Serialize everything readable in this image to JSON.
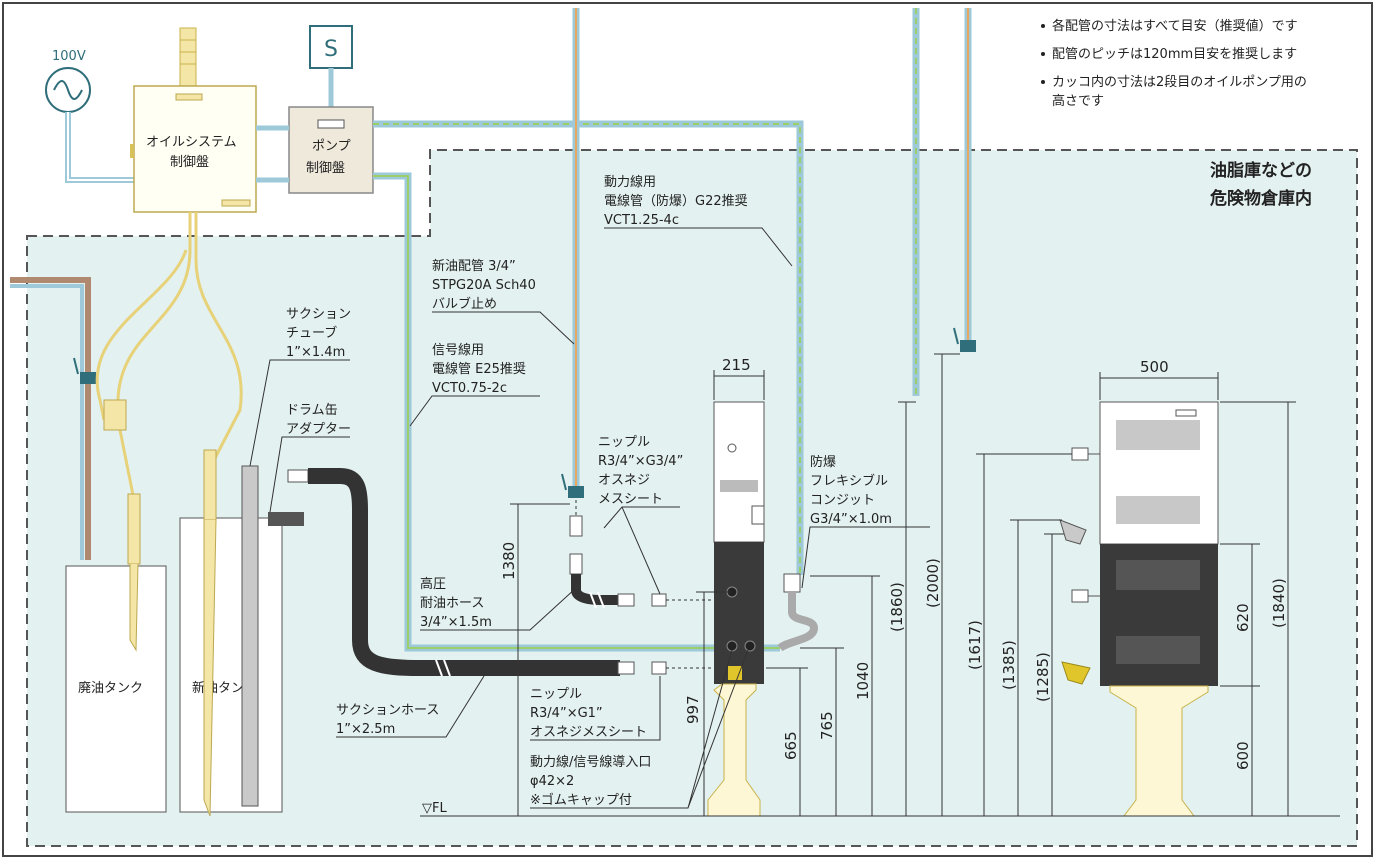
{
  "notes": [
    "各配管の寸法はすべて目安（推奨値）です",
    "配管のピッチは120mm目安を推奨します",
    "カッコ内の寸法は2段目のオイルポンプ用の",
    "高さです"
  ],
  "zone_label": [
    "油脂庫などの",
    "危険物倉庫内"
  ],
  "power_source": "100V",
  "sensor_label": "S",
  "oil_system_panel": [
    "オイルシステム",
    "制御盤"
  ],
  "pump_panel": [
    "ポンプ",
    "制御盤"
  ],
  "power_conduit": [
    "動力線用",
    "電線管（防爆）G22推奨",
    "VCT1.25-4c"
  ],
  "new_oil_pipe": [
    "新油配管 3/4”",
    "STPG20A Sch40",
    "バルブ止め"
  ],
  "signal_conduit": [
    "信号線用",
    "電線管 E25推奨",
    "VCT0.75-2c"
  ],
  "suction_tube": [
    "サクション",
    "チューブ",
    "1”×1.4m"
  ],
  "drum_adapter": [
    "ドラム缶",
    "アダプター"
  ],
  "nipple_top": [
    "ニップル",
    "R3/4”×G3/4”",
    "オスネジ",
    "メスシート"
  ],
  "flex_conduit": [
    "防爆",
    "フレキシブル",
    "コンジット",
    "G3/4”×1.0m"
  ],
  "hp_hose": [
    "高圧",
    "耐油ホース",
    "3/4”×1.5m"
  ],
  "nipple_bottom": [
    "ニップル",
    "R3/4”×G1”",
    "オスネジメスシート"
  ],
  "suction_hose": [
    "サクションホース",
    "1”×2.5m"
  ],
  "cable_entry": [
    "動力線/信号線導入口",
    "φ42×2",
    "※ゴムキャップ付"
  ],
  "waste_tank": "廃油タンク",
  "new_tank": "新油タンク",
  "floor_label": "▽FL",
  "dimensions": {
    "w_small": "215",
    "w_large": "500",
    "d1380": "1380",
    "d997": "997",
    "d665": "665",
    "d765": "765",
    "d1040": "1040",
    "d1860": "(1860)",
    "d2000": "(2000)",
    "d1617": "(1617)",
    "d1385": "(1385)",
    "d1285": "(1285)",
    "d620": "620",
    "d1840": "(1840)",
    "d600": "600"
  },
  "colors": {
    "zone_fill": "#e3f1f0",
    "pipe_blue": "#9dc9d8",
    "pipe_yellow": "#e7d27a",
    "pipe_orange": "#e8a860",
    "pipe_green": "#9ccf6a",
    "hose_dark": "#333333",
    "box_teal": "#2f6e7a"
  }
}
